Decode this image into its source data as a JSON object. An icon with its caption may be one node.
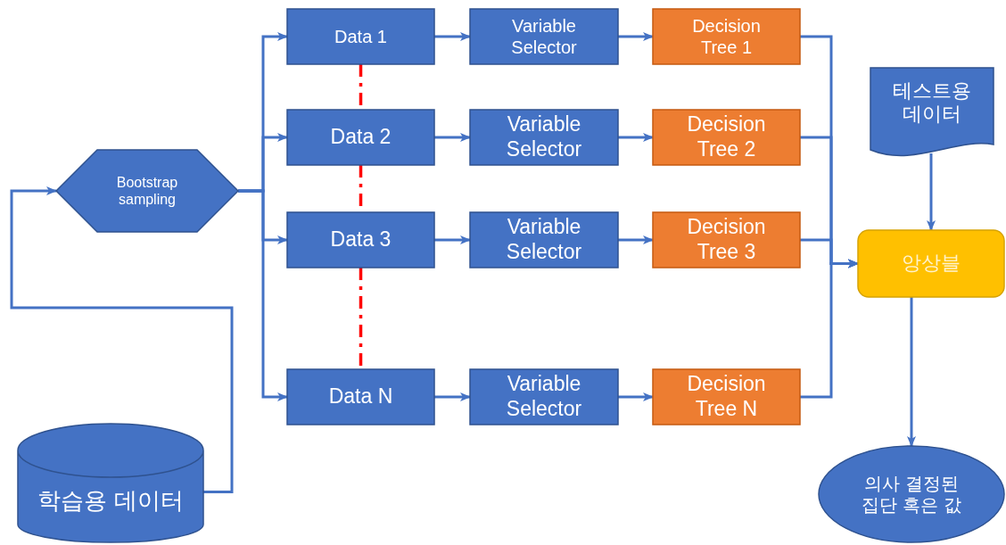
{
  "diagram": {
    "nodes": [
      {
        "text": [
          "Bootstrap sampling"
        ]
      },
      {
        "text": [
          "Data 1"
        ]
      },
      {
        "text": [
          "Variable Selector"
        ]
      },
      {
        "text": [
          "Decision Tree 1"
        ]
      },
      {
        "text": [
          "Data 2"
        ]
      },
      {
        "text": [
          "Variable Selector"
        ]
      },
      {
        "text": [
          "Decision Tree 2"
        ]
      },
      {
        "text": [
          "Data 3"
        ]
      },
      {
        "text": [
          "Variable Selector"
        ]
      },
      {
        "text": [
          "Decision Tree 3"
        ]
      },
      {
        "text": [
          "Data N"
        ]
      },
      {
        "text": [
          "Variable Selector"
        ]
      },
      {
        "text": [
          "Decision Tree N"
        ]
      },
      {
        "text": [
          "테스트용 데이터"
        ]
      },
      {
        "text": [
          "앙상블"
        ]
      },
      {
        "text": [
          "의사 결정된 집단 혹은 값"
        ]
      },
      {
        "text": [
          "학습용 데이터"
        ]
      }
    ],
    "edges": [
      {
        "from": 16,
        "to": 0,
        "arrow": "to"
      },
      {
        "from": 0,
        "to": 1,
        "arrow": "to"
      },
      {
        "from": 0,
        "to": 4,
        "arrow": "to"
      },
      {
        "from": 0,
        "to": 7,
        "arrow": "to"
      },
      {
        "from": 0,
        "to": 10,
        "arrow": "to"
      },
      {
        "from": 1,
        "to": 2,
        "arrow": "to"
      },
      {
        "from": 2,
        "to": 3,
        "arrow": "to"
      },
      {
        "from": 4,
        "to": 5,
        "arrow": "to"
      },
      {
        "from": 5,
        "to": 6,
        "arrow": "to"
      },
      {
        "from": 7,
        "to": 8,
        "arrow": "to"
      },
      {
        "from": 8,
        "to": 9,
        "arrow": "to"
      },
      {
        "from": 10,
        "to": 11,
        "arrow": "to"
      },
      {
        "from": 11,
        "to": 12,
        "arrow": "to"
      },
      {
        "from": 3,
        "to": 14,
        "arrow": "to"
      },
      {
        "from": 6,
        "to": 14,
        "arrow": "to"
      },
      {
        "from": 9,
        "to": 14,
        "arrow": "to"
      },
      {
        "from": 12,
        "to": 14,
        "arrow": "to"
      },
      {
        "from": 13,
        "to": 14,
        "arrow": "to"
      },
      {
        "from": 14,
        "to": 15,
        "arrow": "to"
      },
      {
        "from": 1,
        "to": 4,
        "arrow": "none",
        "style": "dashed",
        "color": "#ff0000"
      },
      {
        "from": 4,
        "to": 7,
        "arrow": "none",
        "style": "dashed",
        "color": "#ff0000"
      },
      {
        "from": 7,
        "to": 10,
        "arrow": "none",
        "style": "dashed",
        "color": "#ff0000"
      }
    ]
  }
}
